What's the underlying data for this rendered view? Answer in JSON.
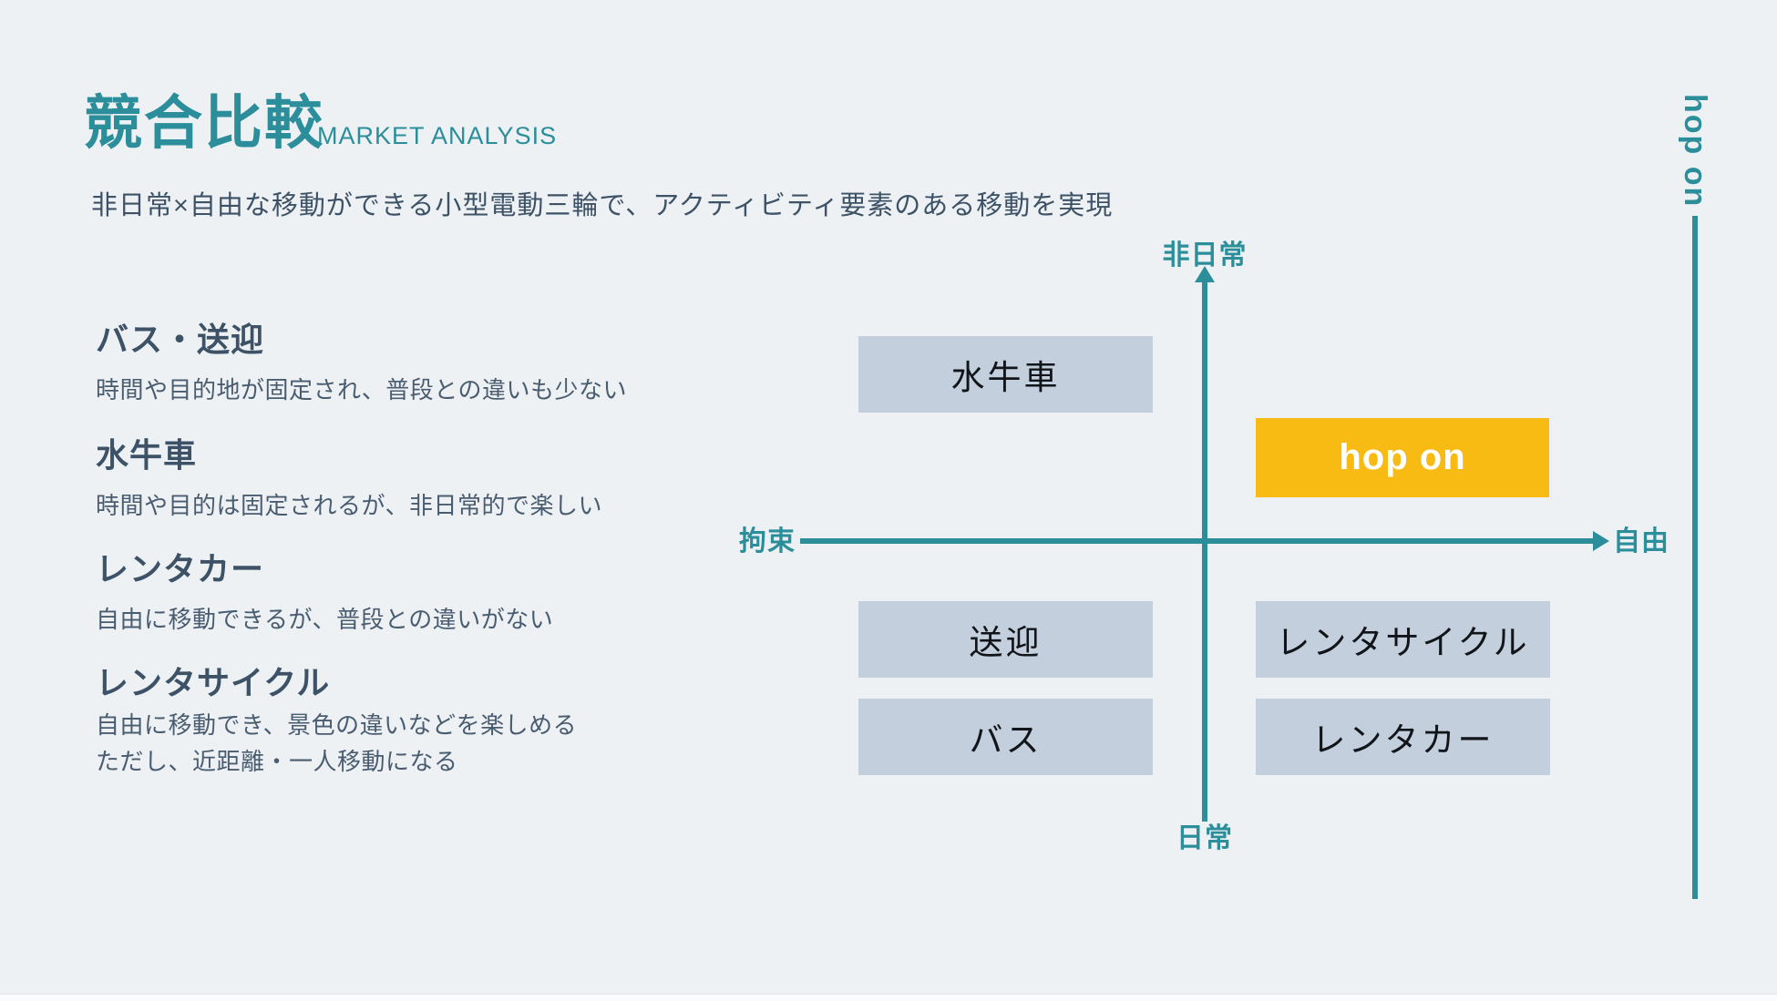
{
  "page": {
    "background": "#edf1f4",
    "accent_teal": "#2b8e9a",
    "text_dark": "#3d5266",
    "box_gray_blue": "#c3cfdc",
    "highlight_yellow": "#f8bb14"
  },
  "header": {
    "title": "競合比較",
    "subtitle": "MARKET ANALYSIS",
    "tagline": "非日常×自由な移動ができる小型電動三輪で、アクティビティ要素のある移動を実現"
  },
  "competitors": [
    {
      "name": "バス・送迎",
      "desc": "時間や目的地が固定され、普段との違いも少ない"
    },
    {
      "name": "水牛車",
      "desc": "時間や目的は固定されるが、非日常的で楽しい"
    },
    {
      "name": "レンタカー",
      "desc": "自由に移動できるが、普段との違いがない"
    },
    {
      "name": "レンタサイクル",
      "desc": "自由に移動でき、景色の違いなどを楽しめる\nただし、近距離・一人移動になる"
    }
  ],
  "quadrant": {
    "axis_top": "非日常",
    "axis_bottom": "日常",
    "axis_left": "拘束",
    "axis_right": "自由",
    "boxes": {
      "top_left": "水牛車",
      "top_right": "hop on",
      "bottom_left_1": "送迎",
      "bottom_left_2": "バス",
      "bottom_right_1": "レンタサイクル",
      "bottom_right_2": "レンタカー"
    }
  },
  "side_brand": "hop on"
}
